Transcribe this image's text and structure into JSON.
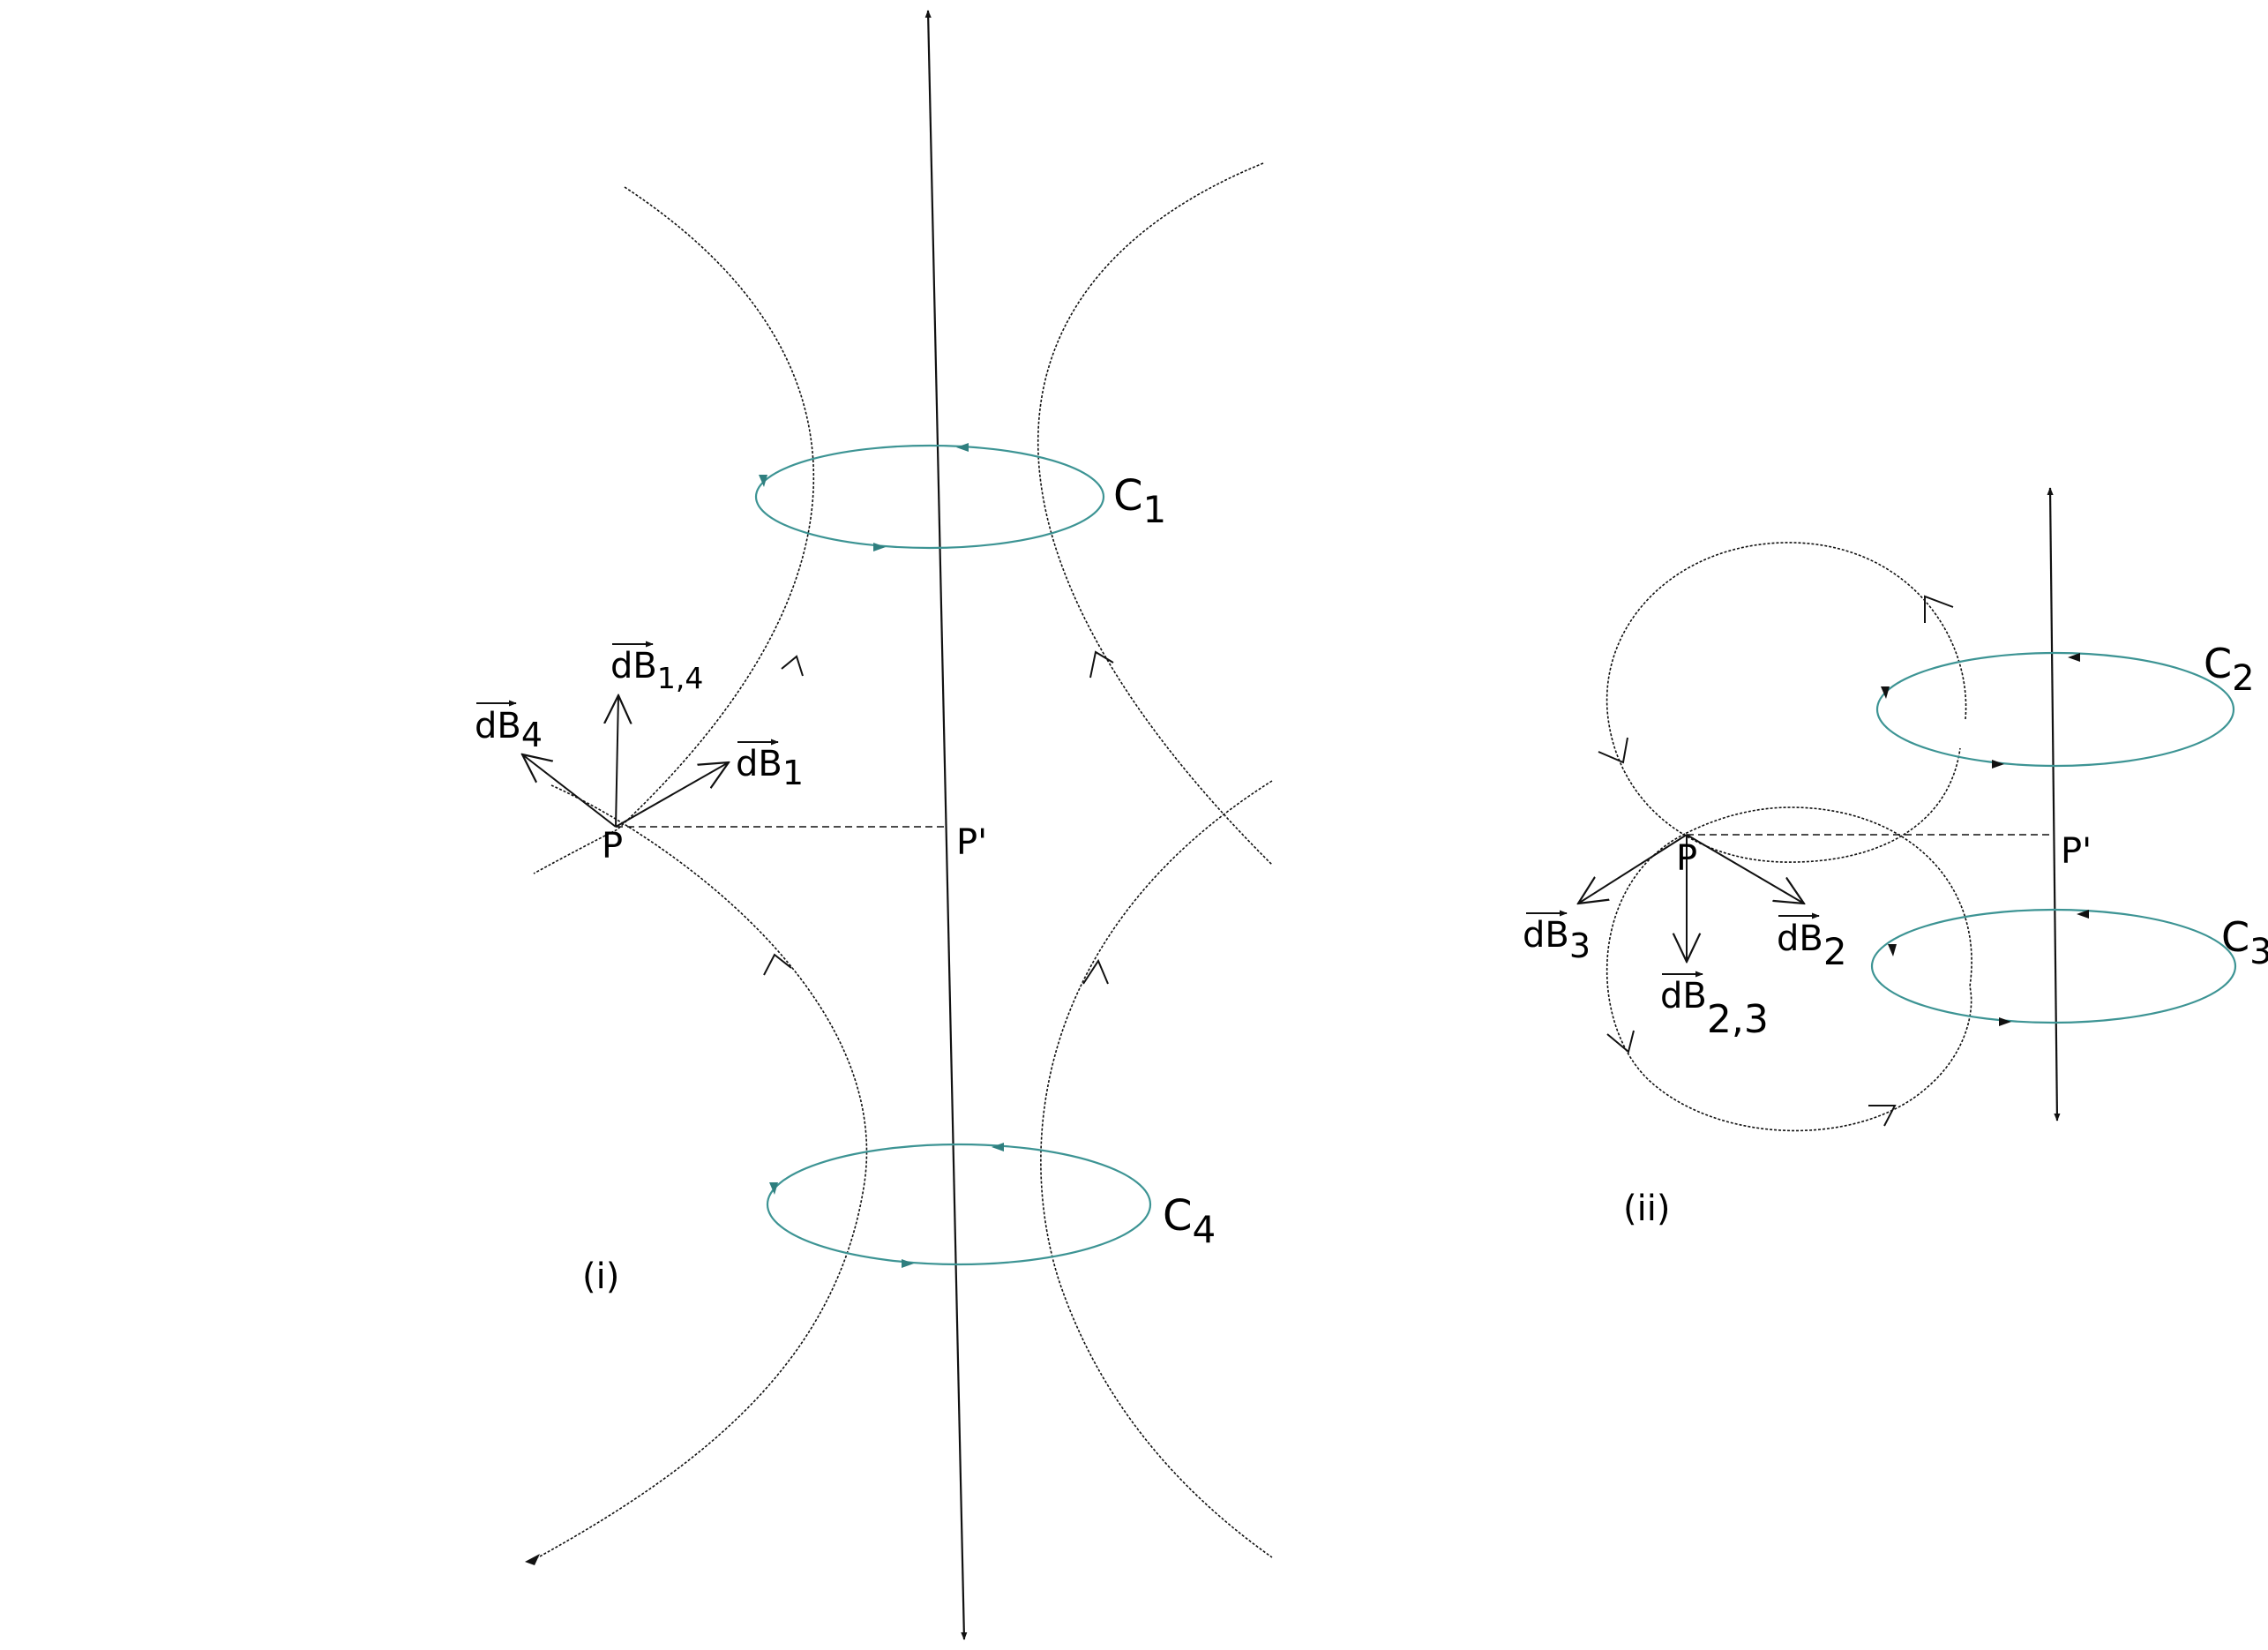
{
  "figure_i": {
    "caption": "(i)",
    "coil_top_label": {
      "main": "C",
      "sub": "1"
    },
    "coil_bottom_label": {
      "main": "C",
      "sub": "4"
    },
    "point": "P",
    "point_prime": "P'",
    "vec_a": {
      "main": "dB",
      "sub": "4"
    },
    "vec_b": {
      "main": "dB",
      "sub": "1,4"
    },
    "vec_c": {
      "main": "dB",
      "sub": "1"
    }
  },
  "figure_ii": {
    "caption": "(ii)",
    "coil_top_label": {
      "main": "C",
      "sub": "2"
    },
    "coil_bottom_label": {
      "main": "C",
      "sub": "3"
    },
    "point": "P",
    "point_prime": "P'",
    "vec_a": {
      "main": "dB",
      "sub": "3"
    },
    "vec_b": {
      "main": "dB",
      "sub": "2,3"
    },
    "vec_c": {
      "main": "dB",
      "sub": "2"
    }
  },
  "colors": {
    "coil": "#3d9494",
    "lines": "#111111"
  }
}
